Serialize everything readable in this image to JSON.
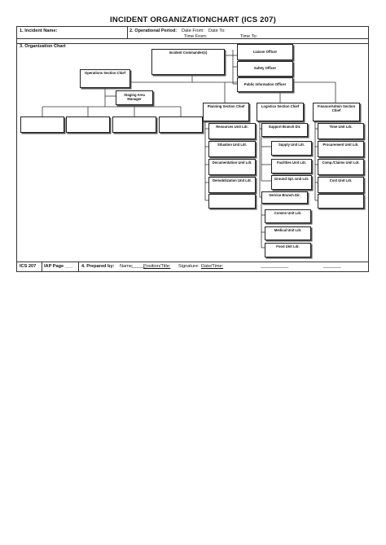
{
  "title": "INCIDENT ORGANIZATIONCHART (ICS 207)",
  "fields": {
    "incident_name": "1. Incident Name:",
    "operational_period": "2. Operational Period:",
    "date_from": "Date From:",
    "date_to": "Date To:",
    "time_from": "Time From:",
    "time_to": "Time To:",
    "org_chart": "3. Organization Chart"
  },
  "command": {
    "commander": "Incident Commander(s)",
    "liaison": "Liaison Officer",
    "safety": "Safety Officer",
    "pio": "Public Information Officer"
  },
  "operations": {
    "chief": "Operations Section Chief",
    "staging": "Staging Area Manager"
  },
  "planning": {
    "chief": "Planning Section Chief",
    "units": [
      "Resources Unit Ldr.",
      "Situation Unit Ldr.",
      "Documentation Unit Ldr.",
      "Demobilization Unit Ldr.",
      ""
    ]
  },
  "logistics": {
    "chief": "Logistics Section Chief",
    "support": "Support Branch Dir.",
    "support_units": [
      "Supply Unit Ldr.",
      "Facilities Unit Ldr.",
      "Ground Spt. Unit Ldr."
    ],
    "service": "Service Branch Dir.",
    "service_units": [
      "Comms Unit Ldr.",
      "Medical Unit Ldr.",
      "Food Unit Ldr."
    ]
  },
  "finance": {
    "chief": "Finance/Admin Section Chief",
    "units": [
      "Time Unit Ldr.",
      "Procurement Unit Ldr.",
      "Comp./Claims Unit Ldr.",
      "Cost Unit Ldr.",
      ""
    ]
  },
  "footer": {
    "form": "ICS 207",
    "iap_page": "IAP Page ___",
    "prepared_by": "4. Prepared by:",
    "name": "Name:",
    "name_blank": "______",
    "position": "Position/Title:",
    "signature": "Signature:",
    "datetime": "Date/Time:",
    "blank1": "___________",
    "blank2": "_______"
  }
}
